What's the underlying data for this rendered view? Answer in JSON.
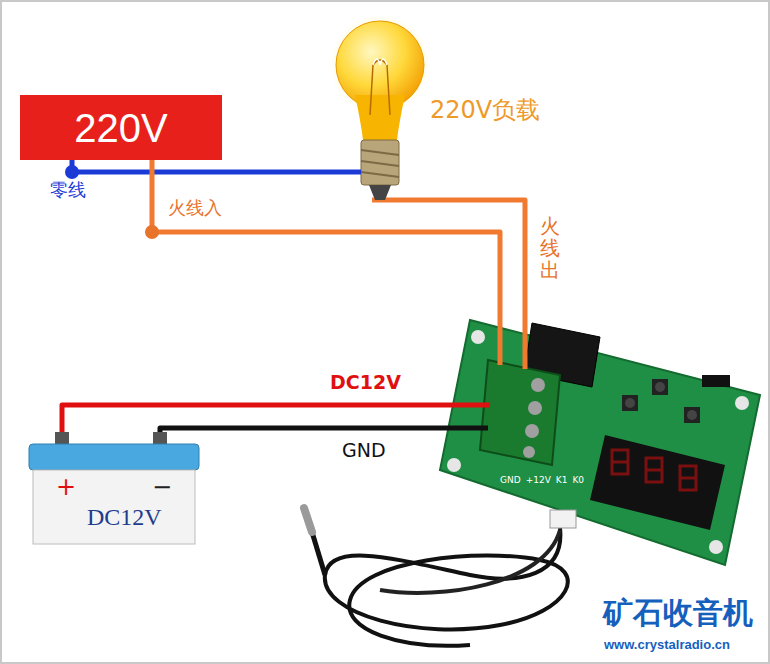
{
  "diagram": {
    "nodes": [
      {
        "text": [
          "220V"
        ]
      },
      {
        "text": [
          "220V负载"
        ]
      },
      {
        "text": [
          "GND",
          "+12V",
          "K1",
          "K0"
        ]
      },
      {
        "text": [
          "+",
          "−",
          "DC12V"
        ]
      }
    ],
    "edges": [
      {
        "from": 0,
        "to": 1,
        "arrow": "none",
        "label": "零线"
      },
      {
        "from": 0,
        "to": 2,
        "arrow": "none",
        "label": "火线入"
      },
      {
        "from": 1,
        "to": 2,
        "arrow": "none",
        "label": "火线出"
      },
      {
        "from": 3,
        "to": 2,
        "arrow": "none",
        "label": "DC12V"
      },
      {
        "from": 3,
        "to": 2,
        "arrow": "none",
        "label": "GND"
      }
    ],
    "labels": [
      "矿石收音机",
      "www.crystalradio.cn"
    ]
  }
}
